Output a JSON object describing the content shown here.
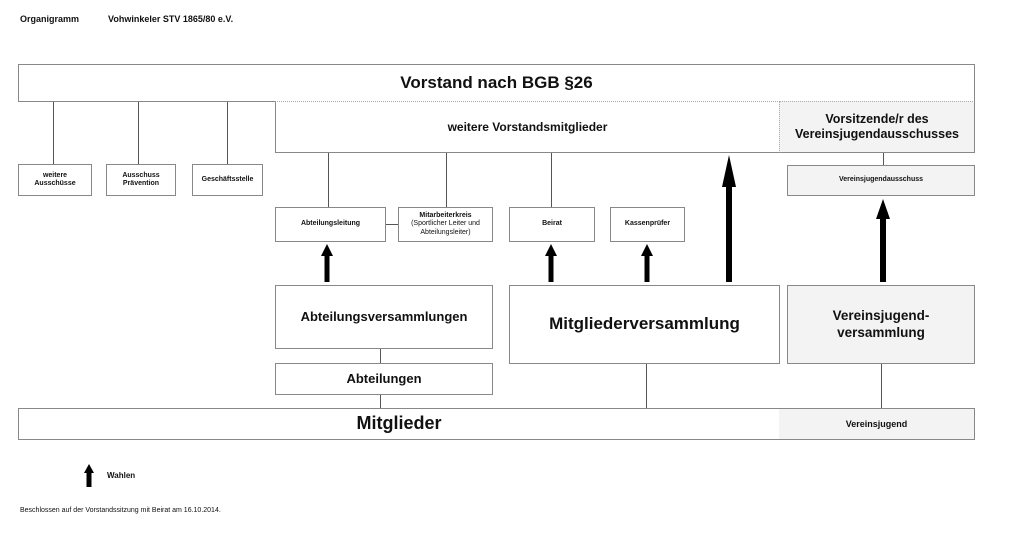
{
  "header": {
    "label": "Organigramm",
    "club": "Vohwinkeler STV 1865/80 e.V."
  },
  "nodes": {
    "vorstand": "Vorstand nach BGB §26",
    "weitere_vorstandsmitglieder": "weitere Vorstandsmitglieder",
    "vorsitzende_vja": "Vorsitzende/r des Vereinsjugendausschusses",
    "weitere_ausschuesse": "weitere Ausschüsse",
    "ausschuss_praevention": "Ausschuss Prävention",
    "geschaeftsstelle": "Geschäftsstelle",
    "abteilungsleitung": "Abteilungsleitung",
    "mitarbeiterkreis_title": "Mitarbeiterkreis",
    "mitarbeiterkreis_sub": "(Sportlicher Leiter und Abteilungsleiter)",
    "beirat": "Beirat",
    "kassenpruefer": "Kassenprüfer",
    "vereinsjugendausschuss": "Vereinsjugendausschuss",
    "abteilungsversammlungen": "Abteilungsversammlungen",
    "mitgliederversammlung": "Mitgliederversammlung",
    "vereinsjugendversammlung": "Vereinsjugend-versammlung",
    "abteilungen": "Abteilungen",
    "mitglieder": "Mitglieder",
    "vereinsjugend": "Vereinsjugend"
  },
  "legend": {
    "arrow_label": "Wahlen"
  },
  "footer": {
    "note": "Beschlossen auf der Vorstandssitzung mit Beirat  am 16.10.2014."
  }
}
